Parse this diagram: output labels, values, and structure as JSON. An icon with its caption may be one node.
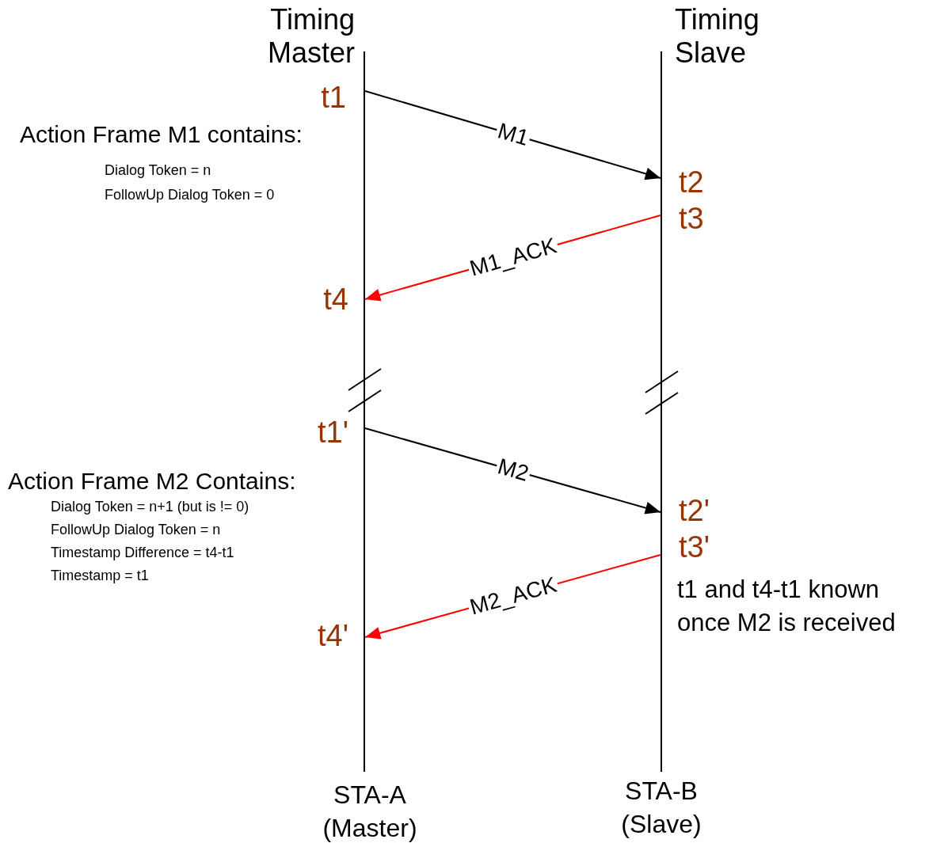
{
  "diagram": {
    "nodes": [
      {
        "text": [],
        "shape": "bar",
        "beside": [
          "Timing Master",
          "STA-A (Master)"
        ]
      },
      {
        "text": [],
        "shape": "bar",
        "beside": [
          "Timing Slave",
          "STA-B (Slave)"
        ]
      }
    ],
    "edges": [
      {
        "from": 0,
        "to": 1,
        "arrow": "to",
        "label": "M1"
      },
      {
        "from": 1,
        "to": 0,
        "arrow": "to",
        "label": "M1_ACK",
        "color": "#ff0000"
      },
      {
        "from": 0,
        "to": 1,
        "arrow": "to",
        "label": "M2"
      },
      {
        "from": 1,
        "to": 0,
        "arrow": "to",
        "label": "M2_ACK",
        "color": "#ff0000"
      }
    ],
    "labels": [
      "t1",
      "Action Frame M1 contains:",
      "Dialog Token = n",
      "FollowUp Dialog Token = 0",
      "t2",
      "t3",
      "t4",
      "t1'",
      "Action Frame M2 Contains:",
      "Dialog Token = n+1 (but is != 0)",
      "FollowUp Dialog Token = n",
      "Timestamp Difference = t4-t1",
      "Timestamp = t1",
      "t2'",
      "t3'",
      "t1 and t4-t1 known once M2 is received",
      "t4'"
    ]
  }
}
